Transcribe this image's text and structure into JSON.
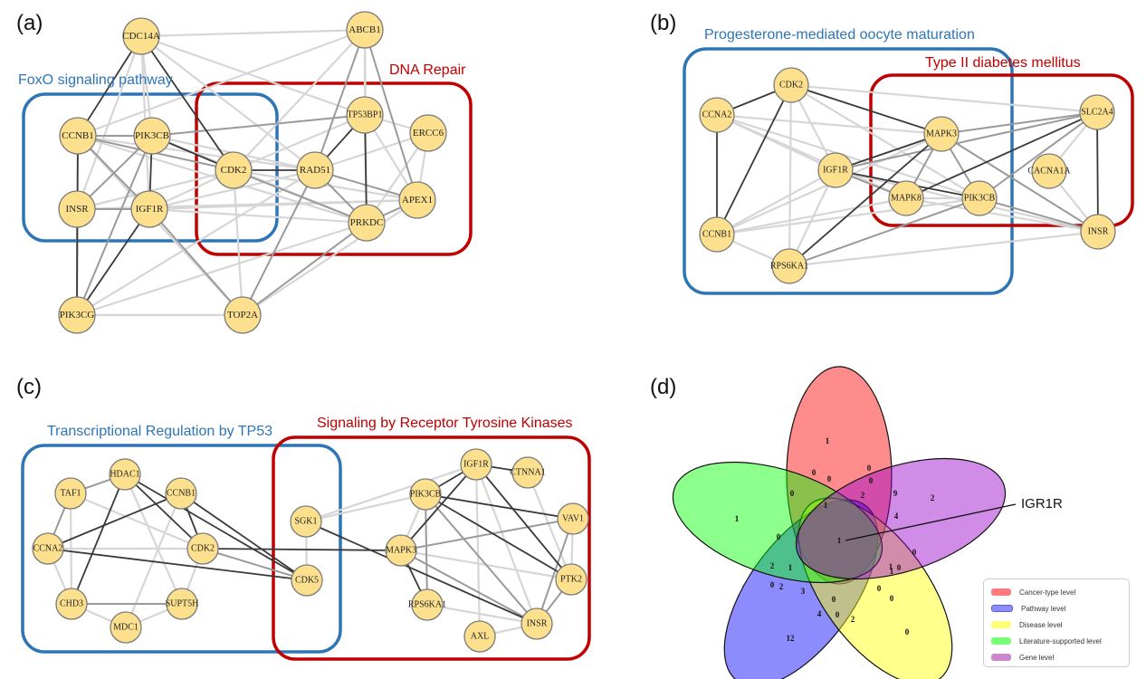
{
  "panels": {
    "a": {
      "label": "(a)",
      "groups": [
        {
          "title": "FoxO signaling pathway",
          "color": "#2e75b6"
        },
        {
          "title": "DNA Repair",
          "color": "#c00000"
        }
      ],
      "nodes": [
        "CDC14A",
        "ABCB1",
        "CCNB1",
        "PIK3CB",
        "TP53BP1",
        "ERCC6",
        "CDK2",
        "RAD51",
        "INSR",
        "IGF1R",
        "APEX1",
        "PRKDC",
        "PIK3CG",
        "TOP2A"
      ],
      "edges": [
        [
          "CDC14A",
          "CCNB1",
          3
        ],
        [
          "CDC14A",
          "CDK2",
          3
        ],
        [
          "CDC14A",
          "PIK3CB",
          1
        ],
        [
          "CDC14A",
          "IGF1R",
          1
        ],
        [
          "CDC14A",
          "INSR",
          1
        ],
        [
          "CDC14A",
          "RAD51",
          1
        ],
        [
          "CDC14A",
          "TP53BP1",
          1
        ],
        [
          "CDC14A",
          "ABCB1",
          1
        ],
        [
          "ABCB1",
          "RAD51",
          2
        ],
        [
          "ABCB1",
          "TP53BP1",
          1
        ],
        [
          "ABCB1",
          "APEX1",
          2
        ],
        [
          "ABCB1",
          "CDK2",
          1
        ],
        [
          "ABCB1",
          "PRKDC",
          1
        ],
        [
          "ABCB1",
          "CCNB1",
          1
        ],
        [
          "CCNB1",
          "PIK3CB",
          2
        ],
        [
          "CCNB1",
          "CDK2",
          2
        ],
        [
          "CCNB1",
          "IGF1R",
          2
        ],
        [
          "CCNB1",
          "INSR",
          1
        ],
        [
          "CCNB1",
          "RAD51",
          1
        ],
        [
          "CCNB1",
          "PRKDC",
          1
        ],
        [
          "CCNB1",
          "TOP2A",
          1
        ],
        [
          "PIK3CB",
          "CDK2",
          3
        ],
        [
          "PIK3CB",
          "IGF1R",
          3
        ],
        [
          "PIK3CB",
          "INSR",
          2
        ],
        [
          "PIK3CB",
          "PIK3CG",
          2
        ],
        [
          "PIK3CB",
          "TP53BP1",
          2
        ],
        [
          "PIK3CB",
          "RAD51",
          1
        ],
        [
          "PIK3CB",
          "PRKDC",
          1
        ],
        [
          "TP53BP1",
          "RAD51",
          3
        ],
        [
          "TP53BP1",
          "PRKDC",
          3
        ],
        [
          "TP53BP1",
          "CDK2",
          1
        ],
        [
          "TP53BP1",
          "APEX1",
          1
        ],
        [
          "TP53BP1",
          "ERCC6",
          1
        ],
        [
          "ERCC6",
          "APEX1",
          1
        ],
        [
          "ERCC6",
          "PRKDC",
          1
        ],
        [
          "ERCC6",
          "RAD51",
          1
        ],
        [
          "CDK2",
          "RAD51",
          3
        ],
        [
          "CDK2",
          "PRKDC",
          2
        ],
        [
          "CDK2",
          "TOP2A",
          1
        ],
        [
          "CDK2",
          "IGF1R",
          1
        ],
        [
          "CDK2",
          "INSR",
          1
        ],
        [
          "CDK2",
          "APEX1",
          1
        ],
        [
          "RAD51",
          "PRKDC",
          2
        ],
        [
          "RAD51",
          "APEX1",
          2
        ],
        [
          "RAD51",
          "TOP2A",
          2
        ],
        [
          "RAD51",
          "IGF1R",
          1
        ],
        [
          "RAD51",
          "PIK3CG",
          1
        ],
        [
          "INSR",
          "IGF1R",
          2
        ],
        [
          "INSR",
          "PIK3CG",
          2
        ],
        [
          "INSR",
          "APEX1",
          1
        ],
        [
          "IGF1R",
          "PIK3CG",
          3
        ],
        [
          "IGF1R",
          "TOP2A",
          2
        ],
        [
          "IGF1R",
          "PRKDC",
          1
        ],
        [
          "IGF1R",
          "APEX1",
          1
        ],
        [
          "APEX1",
          "PRKDC",
          2
        ],
        [
          "APEX1",
          "TOP2A",
          1
        ],
        [
          "PRKDC",
          "TOP2A",
          2
        ],
        [
          "PRKDC",
          "PIK3CG",
          1
        ],
        [
          "PIK3CG",
          "TOP2A",
          1
        ],
        [
          "PIK3CG",
          "CCNB1",
          3
        ]
      ]
    },
    "b": {
      "label": "(b)",
      "groups": [
        {
          "title": "Progesterone-mediated oocyte maturation",
          "color": "#2e75b6"
        },
        {
          "title": "Type II diabetes mellitus",
          "color": "#c00000"
        }
      ],
      "nodes": [
        "CDK2",
        "CCNA2",
        "MAPK3",
        "SLC2A4",
        "IGF1R",
        "CACNA1A",
        "MAPK8",
        "PIK3CB",
        "CCNB1",
        "INSR",
        "RPS6KA1"
      ],
      "edges": [
        [
          "CDK2",
          "CCNA2",
          3
        ],
        [
          "CDK2",
          "CCNB1",
          3
        ],
        [
          "CDK2",
          "MAPK3",
          3
        ],
        [
          "CDK2",
          "IGF1R",
          1
        ],
        [
          "CDK2",
          "RPS6KA1",
          1
        ],
        [
          "CDK2",
          "PIK3CB",
          1
        ],
        [
          "CDK2",
          "SLC2A4",
          1
        ],
        [
          "CCNA2",
          "CCNB1",
          3
        ],
        [
          "CCNA2",
          "IGF1R",
          1
        ],
        [
          "CCNA2",
          "MAPK3",
          1
        ],
        [
          "CCNA2",
          "MAPK8",
          1
        ],
        [
          "CCNA2",
          "PIK3CB",
          1
        ],
        [
          "MAPK3",
          "SLC2A4",
          2
        ],
        [
          "MAPK3",
          "IGF1R",
          3
        ],
        [
          "MAPK3",
          "MAPK8",
          2
        ],
        [
          "MAPK3",
          "PIK3CB",
          2
        ],
        [
          "MAPK3",
          "INSR",
          2
        ],
        [
          "MAPK3",
          "RPS6KA1",
          3
        ],
        [
          "MAPK3",
          "CCNB1",
          1
        ],
        [
          "SLC2A4",
          "INSR",
          3
        ],
        [
          "SLC2A4",
          "PIK3CB",
          2
        ],
        [
          "SLC2A4",
          "MAPK8",
          3
        ],
        [
          "SLC2A4",
          "CACNA1A",
          1
        ],
        [
          "SLC2A4",
          "IGF1R",
          2
        ],
        [
          "IGF1R",
          "PIK3CB",
          3
        ],
        [
          "IGF1R",
          "MAPK8",
          2
        ],
        [
          "IGF1R",
          "CCNB1",
          1
        ],
        [
          "IGF1R",
          "RPS6KA1",
          1
        ],
        [
          "IGF1R",
          "INSR",
          1
        ],
        [
          "CACNA1A",
          "INSR",
          1
        ],
        [
          "MAPK8",
          "PIK3CB",
          1
        ],
        [
          "MAPK8",
          "INSR",
          1
        ],
        [
          "MAPK8",
          "CCNB1",
          1
        ],
        [
          "PIK3CB",
          "INSR",
          2
        ],
        [
          "PIK3CB",
          "RPS6KA1",
          2
        ],
        [
          "PIK3CB",
          "CCNB1",
          1
        ],
        [
          "CCNB1",
          "RPS6KA1",
          1
        ],
        [
          "RPS6KA1",
          "INSR",
          1
        ]
      ]
    },
    "c": {
      "label": "(c)",
      "groups": [
        {
          "title": "Transcriptional Regulation by TP53",
          "color": "#2e75b6"
        },
        {
          "title": "Signaling by Receptor Tyrosine Kinases",
          "color": "#c00000"
        }
      ],
      "nodes": [
        "HDAC1",
        "TAF1",
        "CCNB1",
        "IGF1R",
        "CTNNA1",
        "PIK3CB",
        "SGK1",
        "VAV1",
        "CCNA2",
        "CDK2",
        "MAPK3",
        "CDK5",
        "PTK2",
        "CHD3",
        "SUPT5H",
        "MDC1",
        "RPS6KA1",
        "INSR",
        "AXL"
      ],
      "edges": [
        [
          "HDAC1",
          "TAF1",
          2
        ],
        [
          "HDAC1",
          "CDK2",
          3
        ],
        [
          "HDAC1",
          "CHD3",
          3
        ],
        [
          "HDAC1",
          "CDK5",
          3
        ],
        [
          "HDAC1",
          "SUPT5H",
          1
        ],
        [
          "TAF1",
          "CCNA2",
          2
        ],
        [
          "TAF1",
          "CHD3",
          1
        ],
        [
          "TAF1",
          "CDK2",
          1
        ],
        [
          "CCNB1",
          "CCNA2",
          3
        ],
        [
          "CCNB1",
          "CDK2",
          3
        ],
        [
          "CCNB1",
          "CDK5",
          3
        ],
        [
          "CCNB1",
          "MDC1",
          1
        ],
        [
          "CCNA2",
          "CDK5",
          3
        ],
        [
          "CCNA2",
          "CDK2",
          1
        ],
        [
          "CCNA2",
          "CHD3",
          1
        ],
        [
          "CDK2",
          "MAPK3",
          3
        ],
        [
          "CDK2",
          "CDK5",
          2
        ],
        [
          "CDK2",
          "SUPT5H",
          1
        ],
        [
          "CHD3",
          "SUPT5H",
          2
        ],
        [
          "CHD3",
          "MDC1",
          1
        ],
        [
          "MDC1",
          "SUPT5H",
          1
        ],
        [
          "SGK1",
          "INSR",
          3
        ],
        [
          "SGK1",
          "CDK5",
          1
        ],
        [
          "SGK1",
          "IGF1R",
          1
        ],
        [
          "SGK1",
          "PIK3CB",
          1
        ],
        [
          "IGF1R",
          "CTNNA1",
          3
        ],
        [
          "IGF1R",
          "PIK3CB",
          3
        ],
        [
          "IGF1R",
          "MAPK3",
          3
        ],
        [
          "IGF1R",
          "PTK2",
          3
        ],
        [
          "IGF1R",
          "INSR",
          1
        ],
        [
          "IGF1R",
          "AXL",
          1
        ],
        [
          "PIK3CB",
          "VAV1",
          3
        ],
        [
          "PIK3CB",
          "PTK2",
          3
        ],
        [
          "PIK3CB",
          "INSR",
          2
        ],
        [
          "PIK3CB",
          "RPS6KA1",
          2
        ],
        [
          "PIK3CB",
          "MAPK3",
          1
        ],
        [
          "MAPK3",
          "VAV1",
          2
        ],
        [
          "MAPK3",
          "RPS6KA1",
          3
        ],
        [
          "MAPK3",
          "PTK2",
          1
        ],
        [
          "MAPK3",
          "INSR",
          2
        ],
        [
          "VAV1",
          "PTK2",
          1
        ],
        [
          "VAV1",
          "INSR",
          2
        ],
        [
          "PTK2",
          "INSR",
          2
        ],
        [
          "CTNNA1",
          "PTK2",
          1
        ],
        [
          "RPS6KA1",
          "INSR",
          1
        ],
        [
          "AXL",
          "INSR",
          1
        ]
      ]
    },
    "d": {
      "label": "(d)",
      "callout": "IGR1R"
    }
  },
  "chart_data": {
    "type": "venn",
    "title": "",
    "sets": [
      {
        "name": "Cancer-type level",
        "color": "#ff6b6b"
      },
      {
        "name": "Pathway level",
        "color": "#7b7bff"
      },
      {
        "name": "Disease level",
        "color": "#ffff66"
      },
      {
        "name": "Literature-supported level",
        "color": "#66ff66"
      },
      {
        "name": "Gene level",
        "color": "#c07cdf"
      }
    ],
    "region_values": [
      1,
      2,
      0,
      1,
      12,
      0,
      0,
      0,
      0,
      1,
      1,
      9,
      0,
      2,
      1,
      0,
      0,
      2,
      4,
      1,
      0,
      2,
      3,
      0,
      4,
      0,
      2,
      0,
      0,
      0,
      1
    ],
    "annotation": {
      "text": "IGR1R",
      "region_value": 1,
      "region": "all five sets"
    },
    "legend_position": "bottom-right"
  }
}
